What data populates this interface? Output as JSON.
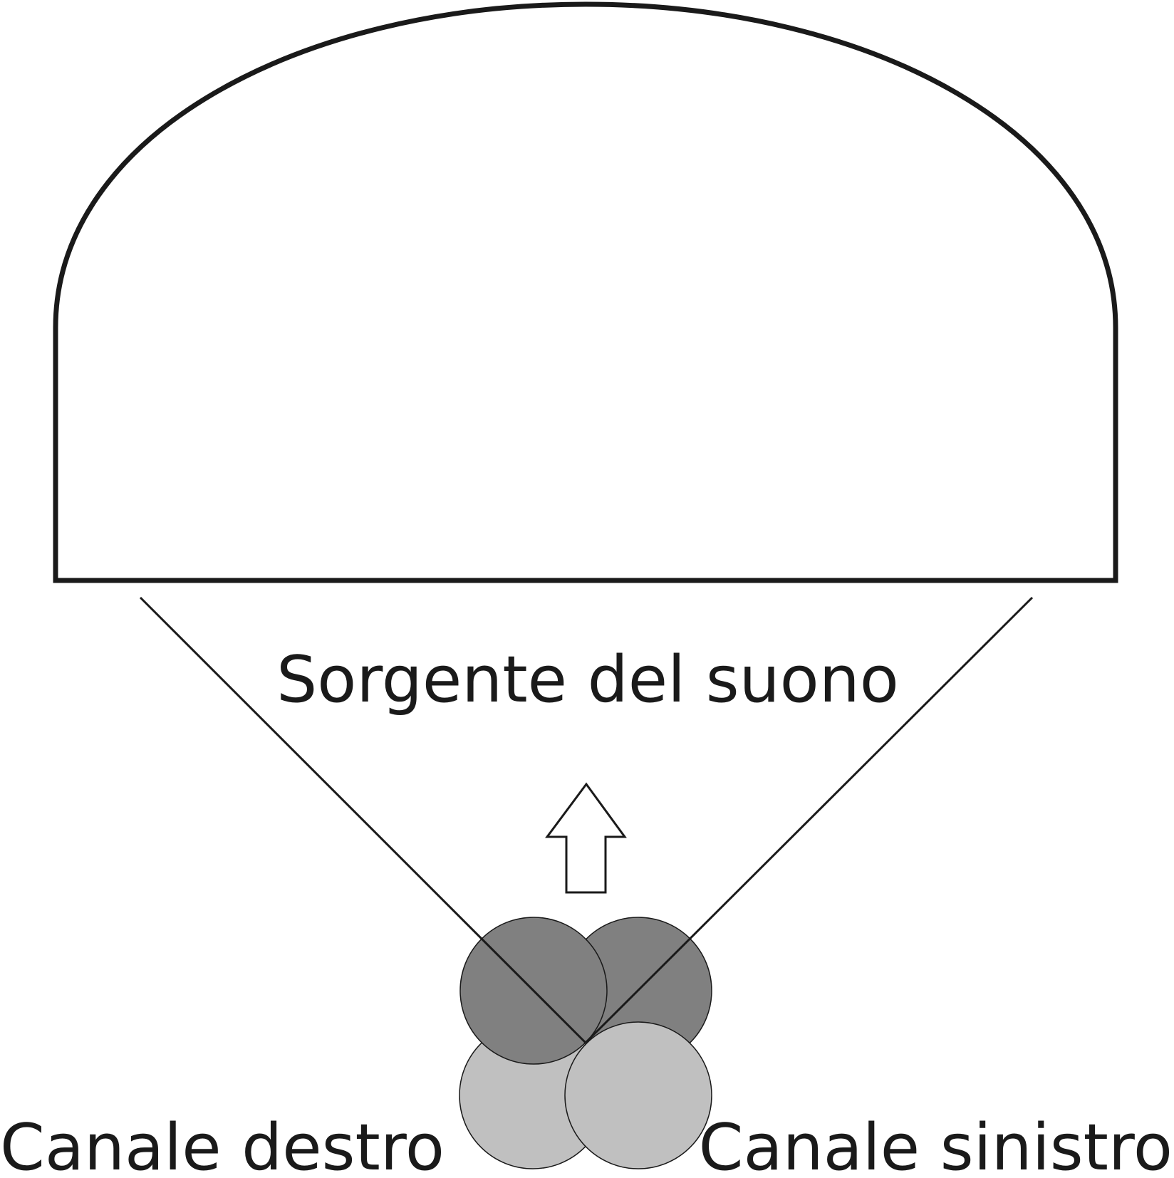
{
  "diagram": {
    "source_label": "Sorgente del suono",
    "right_channel_label": "Canale destro",
    "left_channel_label": "Canale sinistro"
  },
  "colors": {
    "stroke": "#1a1a1a",
    "upper_circles": "#808080",
    "lower_circles": "#c0c0c0",
    "background": "#ffffff"
  }
}
